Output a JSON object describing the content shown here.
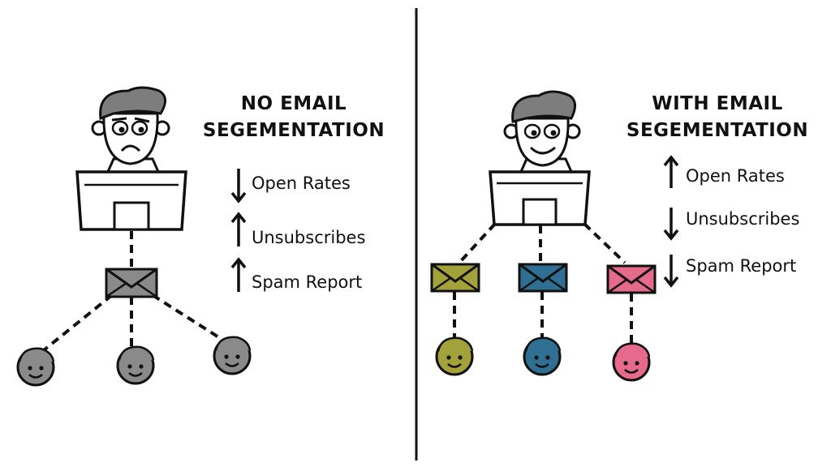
{
  "left": {
    "title_line1": "NO EMAIL",
    "title_line2": "SEGEMENTATION",
    "metrics": [
      {
        "label": "Open Rates",
        "direction": "down"
      },
      {
        "label": "Unsubscribes",
        "direction": "up"
      },
      {
        "label": "Spam Report",
        "direction": "up"
      }
    ],
    "sender_mood": "sad",
    "envelope_color": "#8a8a8a",
    "recipient_color": "#8a8a8a"
  },
  "right": {
    "title_line1": "WITH EMAIL",
    "title_line2": "SEGEMENTATION",
    "metrics": [
      {
        "label": "Open Rates",
        "direction": "up"
      },
      {
        "label": "Unsubscribes",
        "direction": "down"
      },
      {
        "label": "Spam Report",
        "direction": "down"
      }
    ],
    "sender_mood": "happy",
    "segment_colors": [
      "#a3a13a",
      "#2f6f93",
      "#e56a8c"
    ]
  },
  "colors": {
    "ink": "#111111",
    "hair": "#7d7d7d",
    "skin": "#ffffff"
  }
}
